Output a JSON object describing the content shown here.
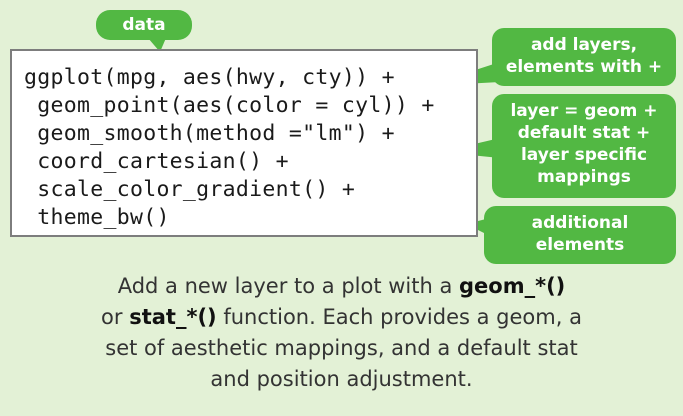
{
  "labels": {
    "data": "data",
    "add_layers": [
      "add layers,",
      "elements with +"
    ],
    "layer_geom": [
      "layer = geom +",
      "default stat +",
      "layer specific",
      "mappings"
    ],
    "additional": [
      "additional",
      "elements"
    ]
  },
  "code_lines": [
    "ggplot(mpg, aes(hwy, cty)) +",
    " geom_point(aes(color = cyl)) +",
    " geom_smooth(method =\"lm\") +",
    " coord_cartesian() +",
    " scale_color_gradient() +",
    " theme_bw()"
  ],
  "caption": {
    "p1": "Add a new layer to a plot with a ",
    "geom": "geom_*()",
    "p2": "or ",
    "stat": "stat_*()",
    "p3": " function. Each provides a geom, a",
    "p4": "set of aesthetic mappings, and a default stat",
    "p5": "and position adjustment."
  },
  "colors": {
    "bubble": "#52b843",
    "background": "#e3f1d6",
    "box_border": "#7d7d7d"
  }
}
